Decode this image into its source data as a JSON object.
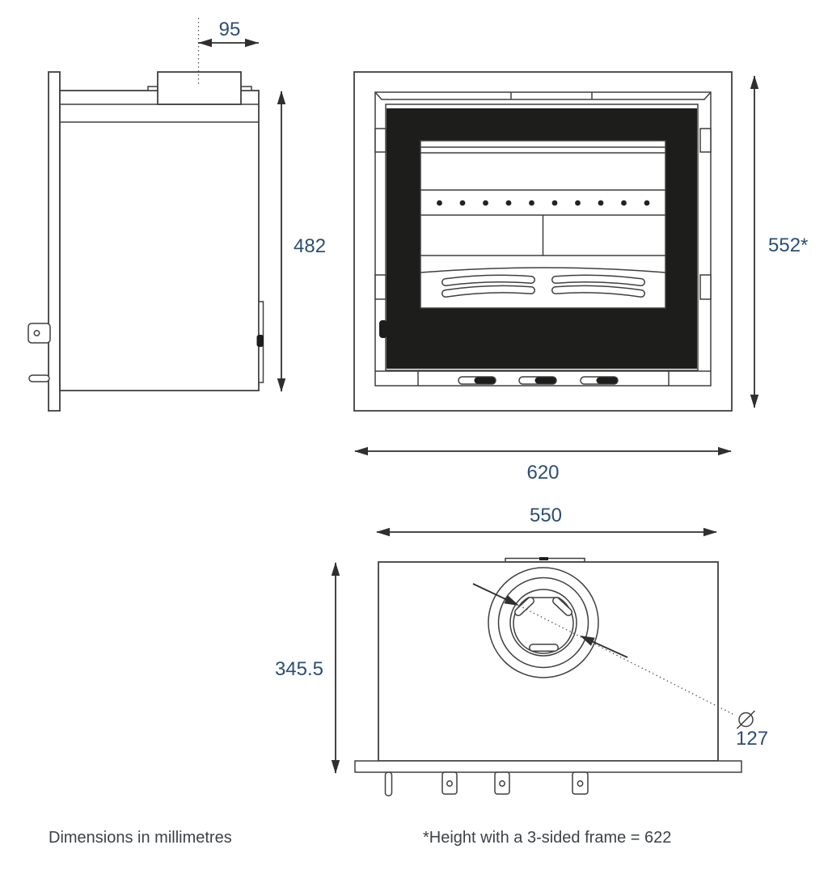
{
  "dimensions": {
    "flue_offset": "95",
    "side_height": "482",
    "front_height": "552*",
    "front_width": "620",
    "top_width": "550",
    "top_depth": "345.5",
    "flue_diameter_symbol": "Ø",
    "flue_diameter_value": "127"
  },
  "notes": {
    "units_note": "Dimensions in millimetres",
    "frame_note": "*Height with a 3-sided frame = 622"
  },
  "colors": {
    "line": "#3f3f3f",
    "door_fill": "#1d1d1b",
    "dimension_text": "#2b4e74",
    "note_text": "#3d4247",
    "background": "#ffffff"
  }
}
